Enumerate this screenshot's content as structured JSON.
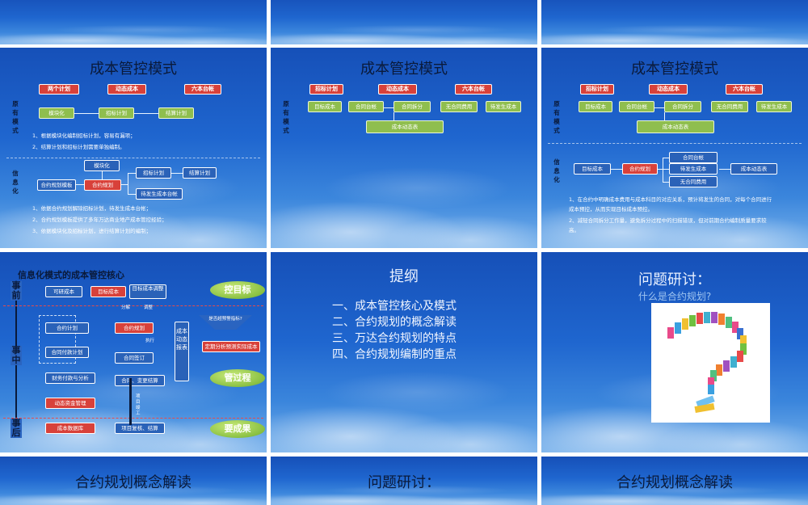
{
  "slides": {
    "s4": {
      "title": "成本管控模式",
      "tags": [
        "两个计划",
        "动态成本",
        "六本台帐"
      ],
      "label_original": "原有模式",
      "boxes_original": [
        "模块化",
        "招标计划",
        "结算计划"
      ],
      "notes_original": [
        "1、根据模块化编制招标计划，容易有漏项；",
        "2、结算计划和招标计划需要单独编制。"
      ],
      "label_info": "信息化",
      "boxes_info": [
        "模块化",
        "合约规划模板",
        "合约规划",
        "招标计划",
        "结算计划",
        "待发生成本台帐"
      ],
      "notes_info": [
        "1、依据合约规划解除招标计划，待发生成本台帐；",
        "2、合约规划模板提供了多年万达商业地产成本管控经验；",
        "3、依据模块化及招标计划，进行结算计划的编制；"
      ]
    },
    "s5": {
      "title": "成本管控模式",
      "tags": [
        "招标计划",
        "动态成本",
        "六本台帐"
      ],
      "label_original": "原有模式",
      "boxes": [
        "目标成本",
        "合同台帐",
        "合同拆分",
        "无合同费用",
        "待发生成本",
        "成本动态表"
      ]
    },
    "s6": {
      "title": "成本管控模式",
      "tags": [
        "招标计划",
        "动态成本",
        "六本台帐"
      ],
      "label_original": "原有模式",
      "boxes": [
        "目标成本",
        "合同台帐",
        "合同拆分",
        "无合同费用",
        "待发生成本",
        "成本动态表"
      ],
      "label_info": "信息化",
      "boxes_info": [
        "目标成本",
        "合约规划",
        "合同台帐",
        "待发生成本",
        "无合同费用",
        "成本动态表"
      ],
      "notes": [
        "1、在合约中明确成本费用与成本科目的对应关系，预计将发生的合同，对每个合同进行",
        "成本预控，从而实现目标成本预控。",
        "2、减轻合同拆分工作量，避免拆分过程中的扫描错误，但对前期合约编制质量要求较",
        "高。"
      ]
    },
    "s7": {
      "title": "信息化模式的成本管控核心",
      "phases": [
        "事前",
        "事中",
        "事后"
      ],
      "boxes": [
        "可研成本",
        "目标成本",
        "目标成本调整",
        "分解",
        "调整",
        "合约计划",
        "合约规划",
        "合同付款计划",
        "执行",
        "合同签订",
        "财务付款与分析",
        "合同、变更结算",
        "动态资金管理",
        "项目竣工",
        "成本数据库",
        "项目复核、结算",
        "成本动态报表",
        "是否超预警指标?",
        "定期分析预测实际成本"
      ],
      "ellipses": [
        "控目标",
        "管过程",
        "要成果"
      ]
    },
    "s8": {
      "title": "提纲",
      "items": [
        "一、成本管控核心及模式",
        "二、合约规划的概念解读",
        "三、万达合约规划的特点",
        "四、合约规划编制的重点"
      ]
    },
    "s9": {
      "title": "问题研讨：",
      "subtitle": "什么是合约规划?"
    },
    "s10": {
      "title": "合约规划概念解读"
    },
    "s11": {
      "title": "问题研讨："
    },
    "s12": {
      "title": "合约规划概念解读"
    }
  }
}
